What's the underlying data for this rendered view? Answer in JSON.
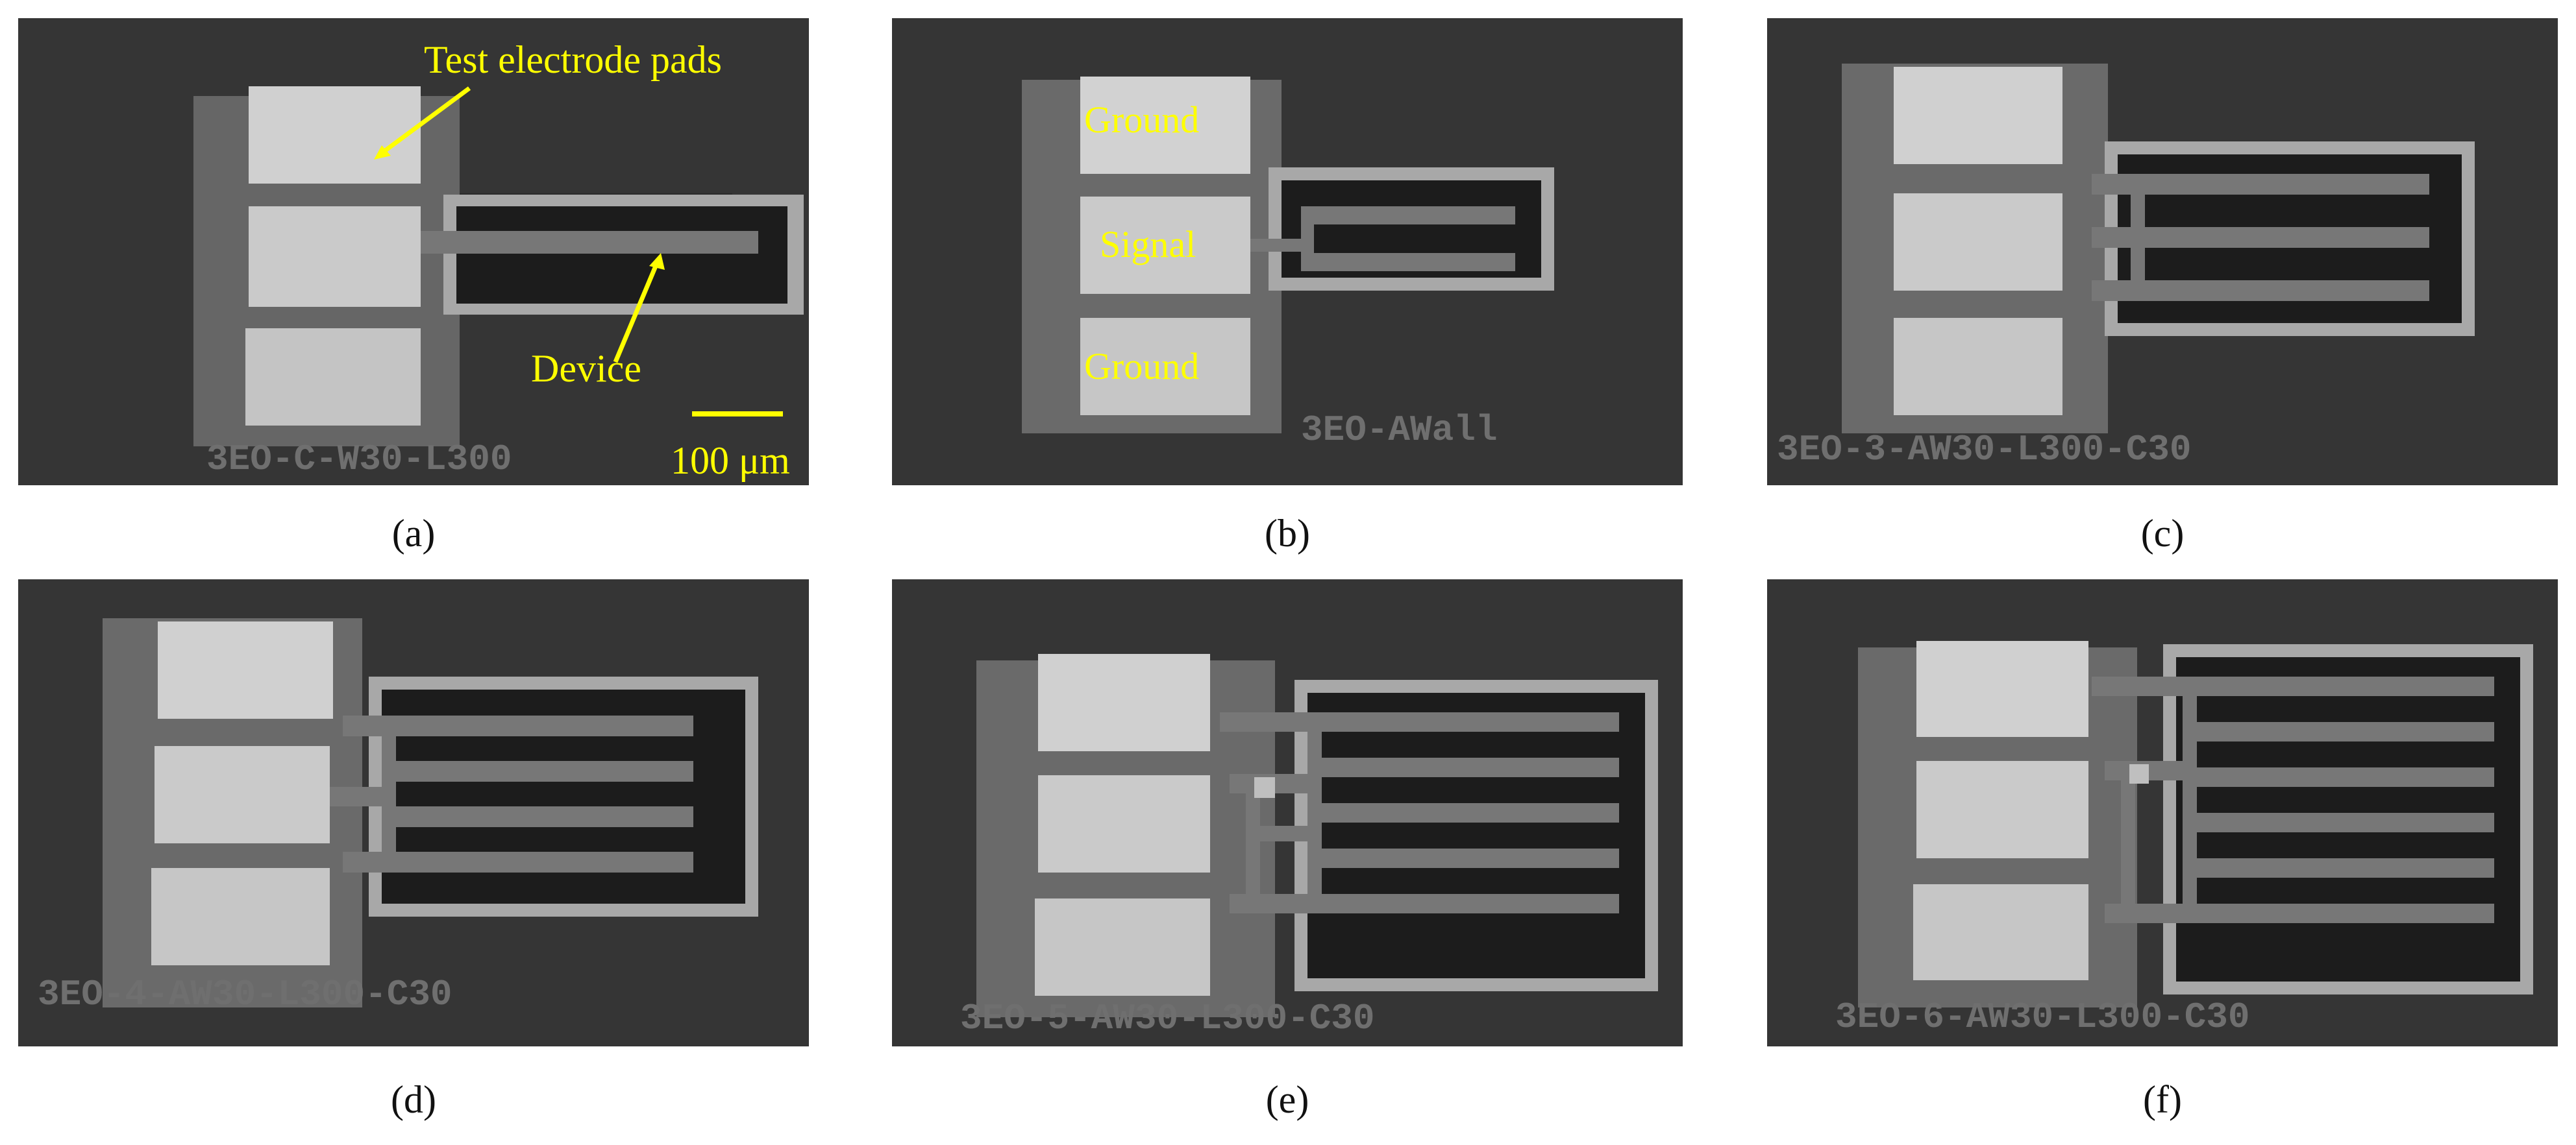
{
  "figure": {
    "panels": [
      {
        "id": "a",
        "caption": "(a)",
        "chip_id": "3EO-C-W30-L300",
        "annotations": [
          {
            "key": "pads",
            "text": "Test electrode pads"
          },
          {
            "key": "device",
            "text": "Device"
          },
          {
            "key": "scale",
            "text": "100 μm"
          }
        ]
      },
      {
        "id": "b",
        "caption": "(b)",
        "chip_id": "3EO-AWall",
        "pad_labels": [
          "Ground",
          "Signal",
          "Ground"
        ]
      },
      {
        "id": "c",
        "caption": "(c)",
        "chip_id": "3EO-3-AW30-L300-C30"
      },
      {
        "id": "d",
        "caption": "(d)",
        "chip_id": "3EO-4-AW30-L300-C30"
      },
      {
        "id": "e",
        "caption": "(e)",
        "chip_id": "3EO-5-AW30-L300-C30"
      },
      {
        "id": "f",
        "caption": "(f)",
        "chip_id": "3EO-6-AW30-L300-C30"
      }
    ],
    "colors": {
      "annotation": "#ffff00",
      "background": "#2e2e2e",
      "pad": "#c8c8c8",
      "trench": "#1c1c1c",
      "frame": "#9a9a9a",
      "beam": "#777777"
    }
  }
}
